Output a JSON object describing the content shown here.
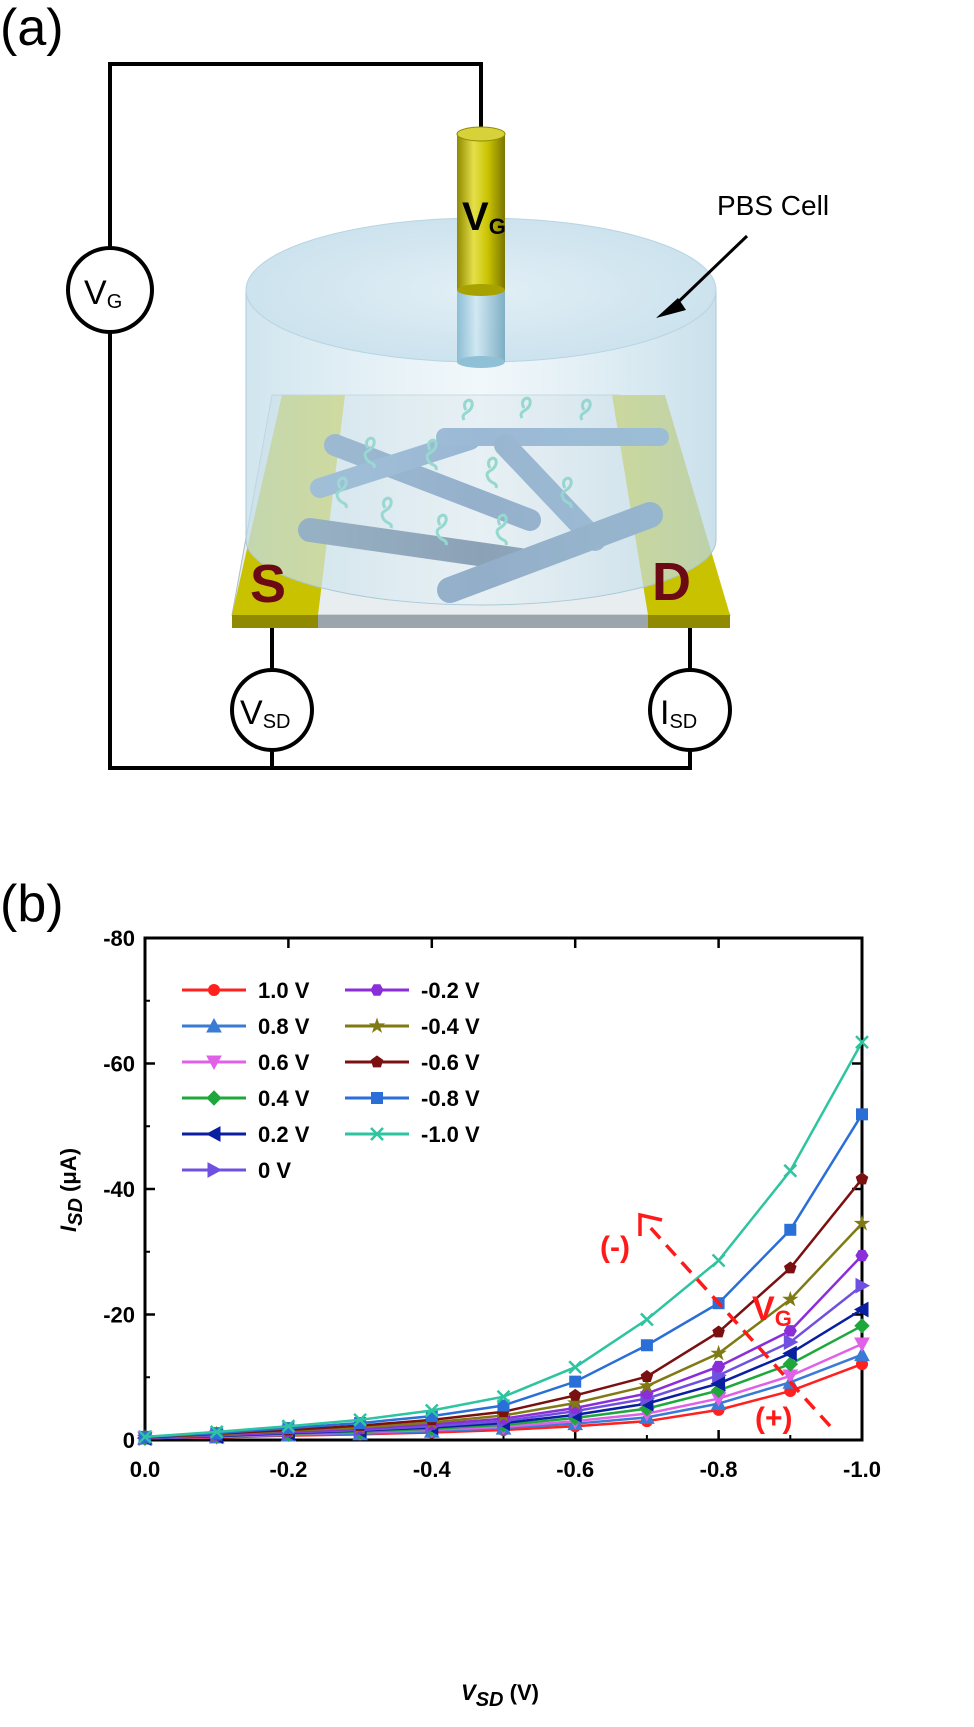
{
  "panel_a": {
    "label": "(a)",
    "vg_meter": "V",
    "vg_meter_sub": "G",
    "vsd_meter": "V",
    "vsd_meter_sub": "SD",
    "isd_meter": "I",
    "isd_meter_sub": "SD",
    "electrode_main": "V",
    "electrode_sub": "G",
    "source_label": "S",
    "drain_label": "D",
    "pbs_label": "PBS Cell"
  },
  "panel_b": {
    "label": "(b)"
  },
  "colors": {
    "gold": "#c8c200",
    "solution": "#cfe4ef",
    "nanowire": "#3d6fa6",
    "molecule": "#2fb99a",
    "contact_text": "#6b0a14",
    "annotation": "#ff1a1a"
  },
  "chart_data": {
    "type": "line",
    "xlabel_main": "V",
    "xlabel_sub": "SD",
    "xlabel_unit": " (V)",
    "ylabel_main": "I",
    "ylabel_sub": "SD",
    "ylabel_unit": " (μA)",
    "xlim": [
      0.0,
      -1.0
    ],
    "ylim": [
      0,
      -80
    ],
    "x_ticks": [
      "0.0",
      "-0.2",
      "-0.4",
      "-0.6",
      "-0.8",
      "-1.0"
    ],
    "y_ticks": [
      "0",
      "-20",
      "-40",
      "-60",
      "-80"
    ],
    "grid": false,
    "legend_position": "top-left",
    "x": [
      0.0,
      -0.1,
      -0.2,
      -0.3,
      -0.4,
      -0.5,
      -0.6,
      -0.7,
      -0.8,
      -0.9,
      -1.0
    ],
    "series": [
      {
        "name": "1.0 V",
        "color": "#ff2020",
        "marker": "circle",
        "values": [
          -0.3,
          -0.4,
          -0.7,
          -0.9,
          -1.2,
          -1.6,
          -2.2,
          -3.0,
          -4.8,
          -7.8,
          -12.1
        ]
      },
      {
        "name": "0.8 V",
        "color": "#3a7bd5",
        "marker": "triangle-up",
        "values": [
          -0.3,
          -0.5,
          -0.8,
          -1.0,
          -1.4,
          -1.9,
          -2.6,
          -3.6,
          -5.8,
          -9.2,
          -13.6
        ]
      },
      {
        "name": "0.6 V",
        "color": "#e060e8",
        "marker": "triangle-down",
        "values": [
          -0.3,
          -0.5,
          -0.9,
          -1.2,
          -1.6,
          -2.1,
          -3.0,
          -4.2,
          -6.6,
          -10.2,
          -15.3
        ]
      },
      {
        "name": "0.4 V",
        "color": "#1ea83c",
        "marker": "diamond",
        "values": [
          -0.3,
          -0.6,
          -1.0,
          -1.3,
          -1.8,
          -2.4,
          -3.5,
          -5.0,
          -7.9,
          -12.1,
          -18.2
        ]
      },
      {
        "name": "0.2 V",
        "color": "#0a1ea0",
        "marker": "triangle-left",
        "values": [
          -0.3,
          -0.6,
          -1.1,
          -1.5,
          -2.0,
          -2.7,
          -4.0,
          -5.8,
          -9.0,
          -13.8,
          -20.8
        ]
      },
      {
        "name": "0 V",
        "color": "#7050e0",
        "marker": "triangle-right",
        "values": [
          -0.3,
          -0.7,
          -1.2,
          -1.6,
          -2.2,
          -3.0,
          -4.6,
          -6.6,
          -10.3,
          -15.6,
          -24.6
        ]
      },
      {
        "name": "-0.2 V",
        "color": "#8a2ed8",
        "marker": "hexagon",
        "values": [
          -0.4,
          -0.8,
          -1.3,
          -1.8,
          -2.5,
          -3.4,
          -5.1,
          -7.4,
          -11.7,
          -17.4,
          -29.4
        ]
      },
      {
        "name": "-0.4 V",
        "color": "#7f7a14",
        "marker": "star",
        "values": [
          -0.4,
          -0.9,
          -1.5,
          -2.0,
          -2.8,
          -3.9,
          -5.9,
          -8.6,
          -13.8,
          -22.4,
          -34.5
        ]
      },
      {
        "name": "-0.6 V",
        "color": "#7a1010",
        "marker": "pentagon",
        "values": [
          -0.4,
          -1.0,
          -1.6,
          -2.3,
          -3.2,
          -4.5,
          -7.1,
          -10.1,
          -17.2,
          -27.4,
          -41.6
        ]
      },
      {
        "name": "-0.8 V",
        "color": "#2a6ed8",
        "marker": "square",
        "values": [
          -0.5,
          -1.1,
          -1.9,
          -2.7,
          -3.8,
          -5.5,
          -9.3,
          -15.1,
          -21.8,
          -33.5,
          -51.9
        ]
      },
      {
        "name": "-1.0 V",
        "color": "#2ec4a0",
        "marker": "x",
        "values": [
          -0.5,
          -1.3,
          -2.2,
          -3.2,
          -4.7,
          -6.9,
          -11.6,
          -19.2,
          -28.6,
          -42.9,
          -63.4
        ]
      }
    ],
    "annotations": {
      "minus": "(-)",
      "plus": "(+)",
      "vg_main": "V",
      "vg_sub": "G"
    }
  }
}
